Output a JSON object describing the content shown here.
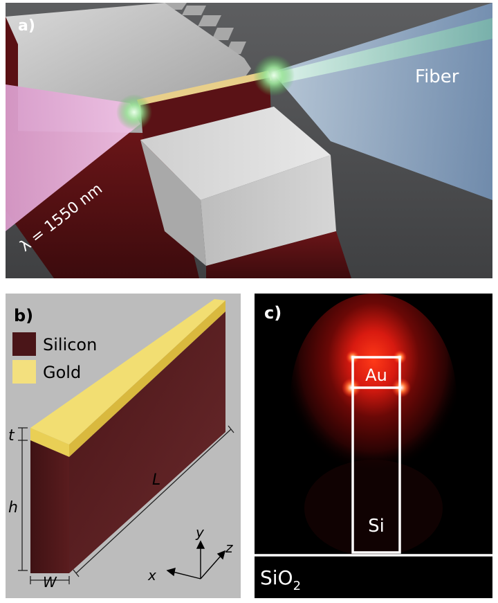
{
  "panel_a": {
    "label": "a)",
    "fiber_label": "Fiber",
    "wavelength_label": "λ = 1550 nm"
  },
  "panel_b": {
    "label": "b)",
    "legend": [
      {
        "name": "Silicon",
        "color": "#4a1518"
      },
      {
        "name": "Gold",
        "color": "#f3e07e"
      }
    ],
    "dims": {
      "t": "t",
      "h": "h",
      "L": "L",
      "W": "W"
    },
    "axes": {
      "x": "x",
      "y": "y",
      "z": "z"
    }
  },
  "panel_c": {
    "label": "c)",
    "gold_label": "Au",
    "silicon_label": "Si",
    "substrate_label": "SiO",
    "substrate_sub": "2"
  },
  "colors": {
    "silicon": "#4a1518",
    "gold": "#f3e07e",
    "fiber": "#8fb2d8",
    "laser": "#e6a9d6",
    "field": "#ff2a14"
  }
}
